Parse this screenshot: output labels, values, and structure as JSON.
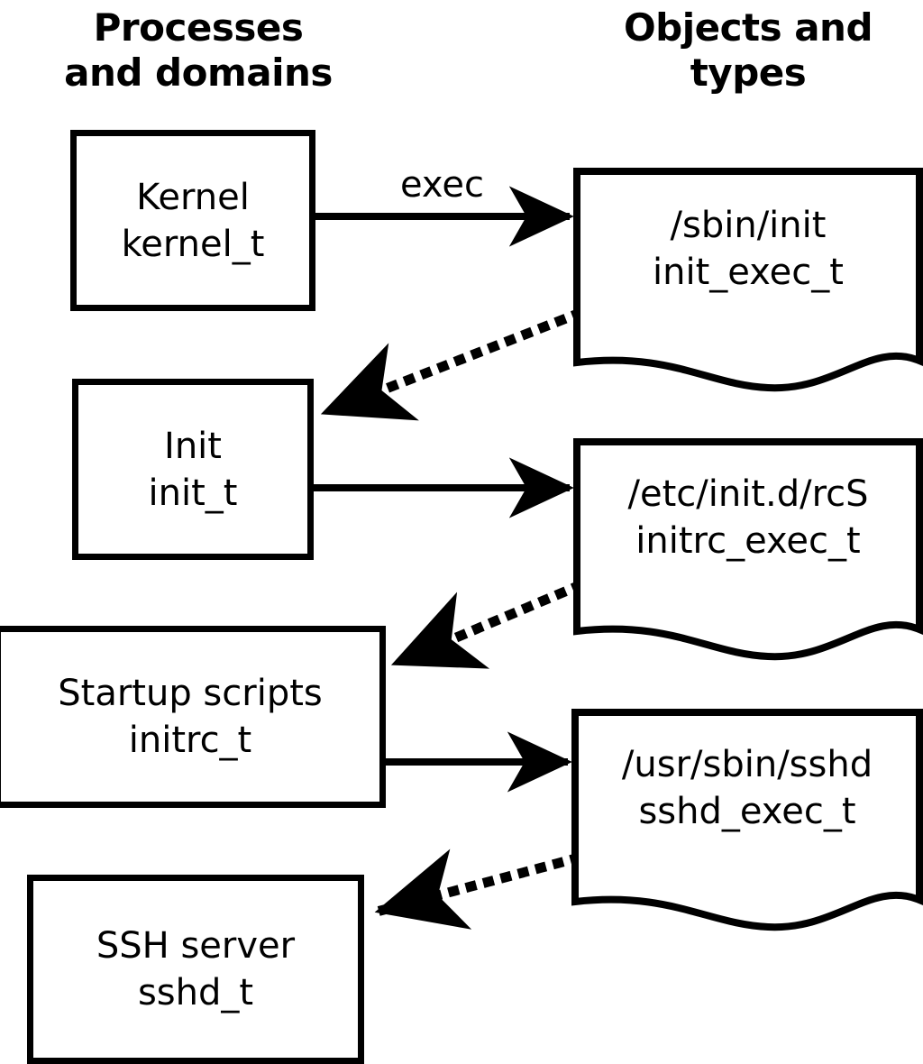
{
  "diagram": {
    "title": "SELinux process domains and object types transition diagram",
    "background_color": "#ffffff",
    "stroke_color": "#000000",
    "columns": [
      {
        "id": "processes",
        "header": "Processes\nand domains"
      },
      {
        "id": "objects",
        "header": "Objects and\ntypes"
      }
    ],
    "process_nodes": [
      {
        "id": "kernel",
        "shape": "rectangle",
        "name": "Kernel",
        "type": "kernel_t"
      },
      {
        "id": "init",
        "shape": "rectangle",
        "name": "Init",
        "type": "init_t"
      },
      {
        "id": "initrc",
        "shape": "rectangle",
        "name": "Startup scripts",
        "type": "initrc_t"
      },
      {
        "id": "sshd",
        "shape": "rectangle",
        "name": "SSH server",
        "type": "sshd_t"
      }
    ],
    "object_nodes": [
      {
        "id": "init_exec",
        "shape": "document",
        "path": "/sbin/init",
        "type": "init_exec_t"
      },
      {
        "id": "initrc_exec",
        "shape": "document",
        "path": "/etc/init.d/rcS",
        "type": "initrc_exec_t"
      },
      {
        "id": "sshd_exec",
        "shape": "document",
        "path": "/usr/sbin/sshd",
        "type": "sshd_exec_t"
      }
    ],
    "edges": [
      {
        "id": "kernel-exec-init_exec",
        "from": "kernel",
        "to": "init_exec",
        "style": "solid",
        "label": "exec"
      },
      {
        "id": "init_exec-transition-init",
        "from": "init_exec",
        "to": "init",
        "style": "dotted",
        "label": ""
      },
      {
        "id": "init-exec-initrc_exec",
        "from": "init",
        "to": "initrc_exec",
        "style": "solid",
        "label": ""
      },
      {
        "id": "initrc_exec-transition-initrc",
        "from": "initrc_exec",
        "to": "initrc",
        "style": "dotted",
        "label": ""
      },
      {
        "id": "initrc-exec-sshd_exec",
        "from": "initrc",
        "to": "sshd_exec",
        "style": "solid",
        "label": ""
      },
      {
        "id": "sshd_exec-transition-sshd",
        "from": "sshd_exec",
        "to": "sshd",
        "style": "dotted",
        "label": ""
      }
    ]
  }
}
